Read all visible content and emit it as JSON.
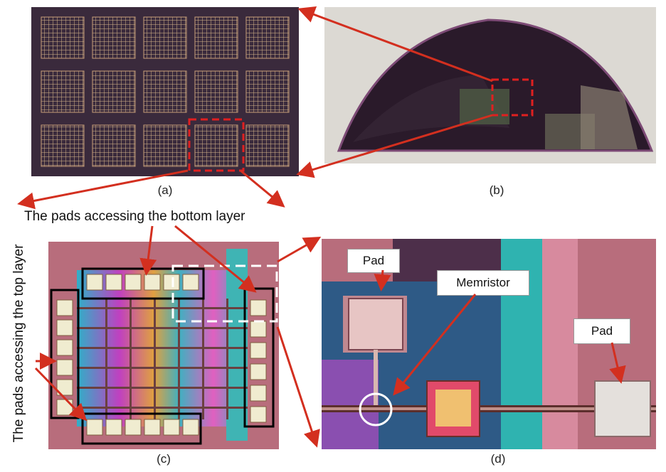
{
  "captions": {
    "a": "(a)",
    "b": "(b)",
    "c": "(c)",
    "d": "(d)"
  },
  "annotations": {
    "bottom_layer": "The pads accessing the bottom layer",
    "top_layer": "The pads accessing the top layer"
  },
  "labels": {
    "pad_left": "Pad",
    "memristor": "Memristor",
    "pad_right": "Pad"
  },
  "colors": {
    "arrow": "#d32f1f",
    "highlight": "#e02020",
    "frame": "#000000"
  }
}
